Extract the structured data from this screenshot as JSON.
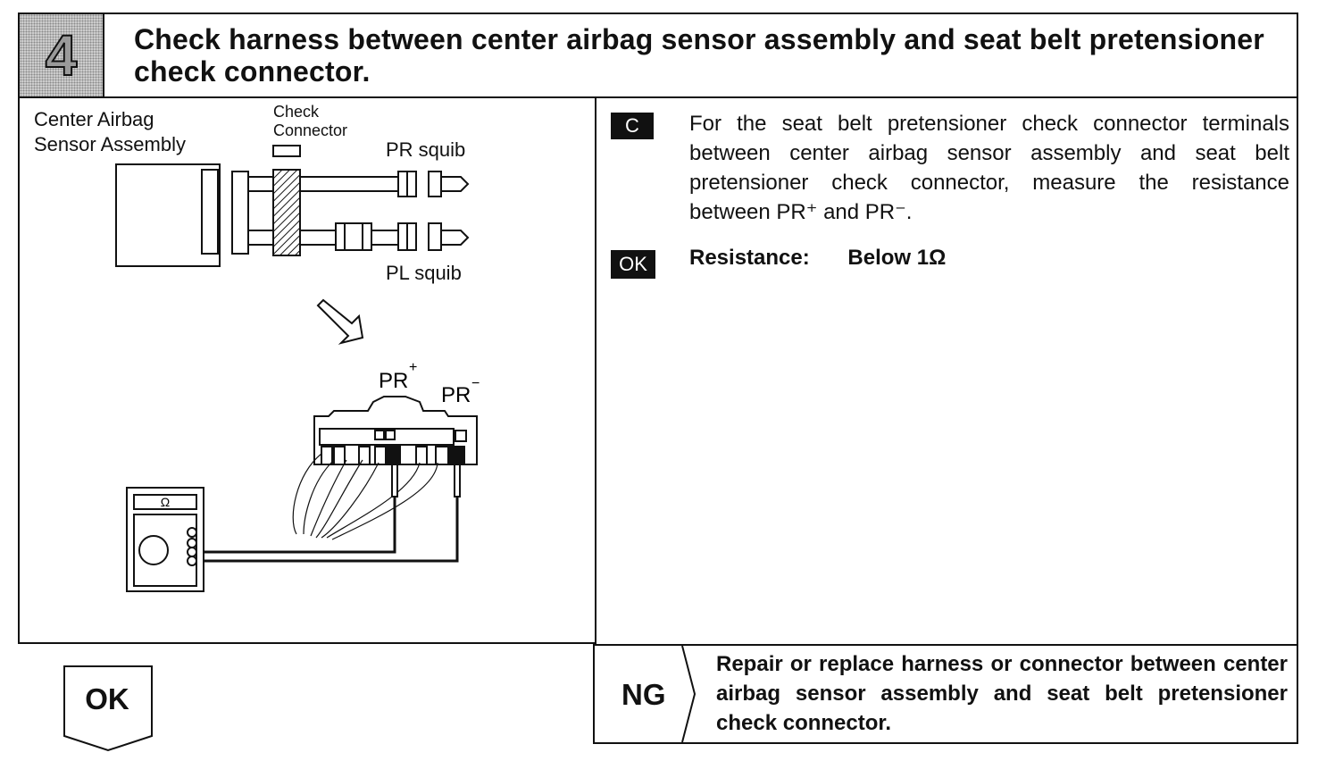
{
  "step": {
    "number": "4"
  },
  "title": "Check harness between center airbag sensor assembly and seat belt pretensioner check connector.",
  "diagram": {
    "sensor_label_line1": "Center Airbag",
    "sensor_label_line2": "Sensor Assembly",
    "check_label_line1": "Check",
    "check_label_line2": "Connector",
    "pr_squib": "PR squib",
    "pl_squib": "PL squib",
    "pr_plus": "PR",
    "pr_minus": "PR",
    "plus_sign": "+",
    "minus_sign": "−",
    "meter_symbol": "Ω"
  },
  "instruction": {
    "badge": "C",
    "text": "For the seat belt pretensioner check connector terminals between center airbag sensor assembly and seat belt pretensioner check connector, measure the resistance between PR⁺ and PR⁻."
  },
  "spec": {
    "badge": "OK",
    "label": "Resistance:",
    "value": "Below 1Ω"
  },
  "ng": {
    "label": "NG",
    "text": "Repair or replace harness or connector between center airbag sensor assembly and seat belt pretensioner check connector."
  },
  "ok_tag": {
    "label": "OK"
  }
}
